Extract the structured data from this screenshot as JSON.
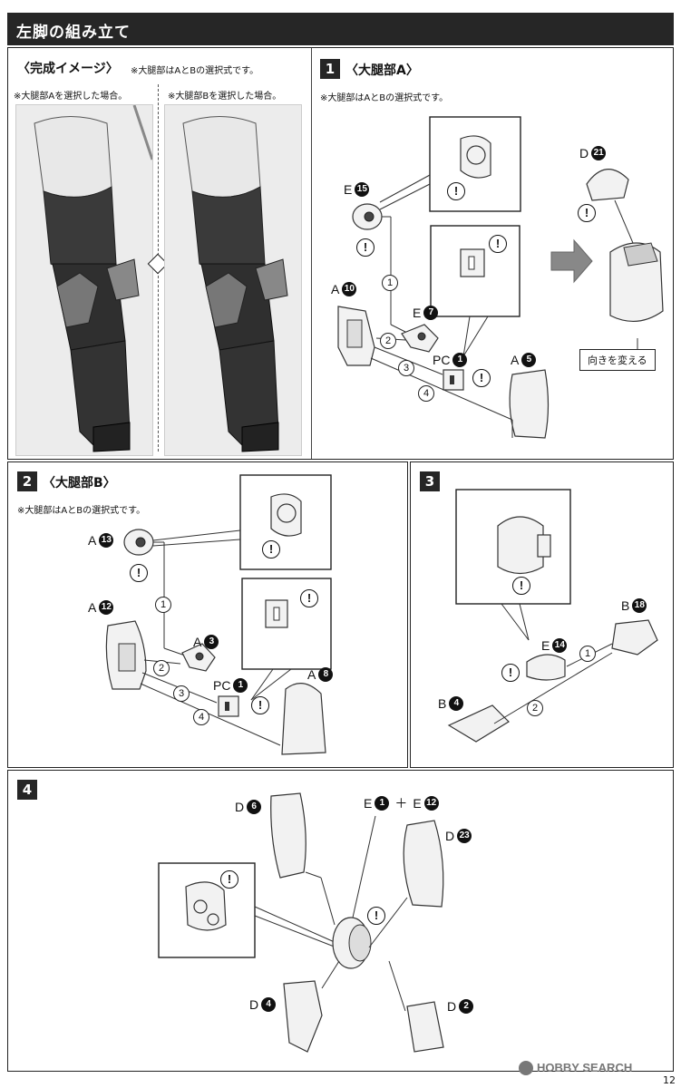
{
  "page": {
    "title": "左脚の組み立て",
    "page_number": "12",
    "watermark": "HOBBY SEARCH"
  },
  "completion": {
    "title": "〈完成イメージ〉",
    "note": "※大腿部はAとBの選択式です。",
    "caption_a": "※大腿部Aを選択した場合。",
    "caption_b": "※大腿部Bを選択した場合。"
  },
  "step1": {
    "number": "1",
    "title": "〈大腿部A〉",
    "note": "※大腿部はAとBの選択式です。",
    "parts": [
      {
        "letter": "E",
        "num": "15"
      },
      {
        "letter": "A",
        "num": "10"
      },
      {
        "letter": "E",
        "num": "7"
      },
      {
        "letter": "PC",
        "num": "1"
      },
      {
        "letter": "A",
        "num": "5"
      },
      {
        "letter": "D",
        "num": "21"
      }
    ],
    "steps": [
      "1",
      "2",
      "3",
      "4"
    ],
    "change_direction": "向きを変える"
  },
  "step2": {
    "number": "2",
    "title": "〈大腿部B〉",
    "note": "※大腿部はAとBの選択式です。",
    "parts": [
      {
        "letter": "A",
        "num": "13"
      },
      {
        "letter": "A",
        "num": "12"
      },
      {
        "letter": "A",
        "num": "3"
      },
      {
        "letter": "PC",
        "num": "1"
      },
      {
        "letter": "A",
        "num": "8"
      }
    ],
    "steps": [
      "1",
      "2",
      "3",
      "4"
    ]
  },
  "step3": {
    "number": "3",
    "parts": [
      {
        "letter": "B",
        "num": "18"
      },
      {
        "letter": "E",
        "num": "14"
      },
      {
        "letter": "B",
        "num": "4"
      }
    ],
    "steps": [
      "1",
      "2"
    ]
  },
  "step4": {
    "number": "4",
    "parts": [
      {
        "letter": "D",
        "num": "6"
      },
      {
        "letter": "E",
        "num": "1"
      },
      {
        "letter": "E",
        "num": "12"
      },
      {
        "letter": "D",
        "num": "23"
      },
      {
        "letter": "D",
        "num": "4"
      },
      {
        "letter": "D",
        "num": "2"
      }
    ],
    "plus": "＋"
  },
  "caution_mark": "!"
}
